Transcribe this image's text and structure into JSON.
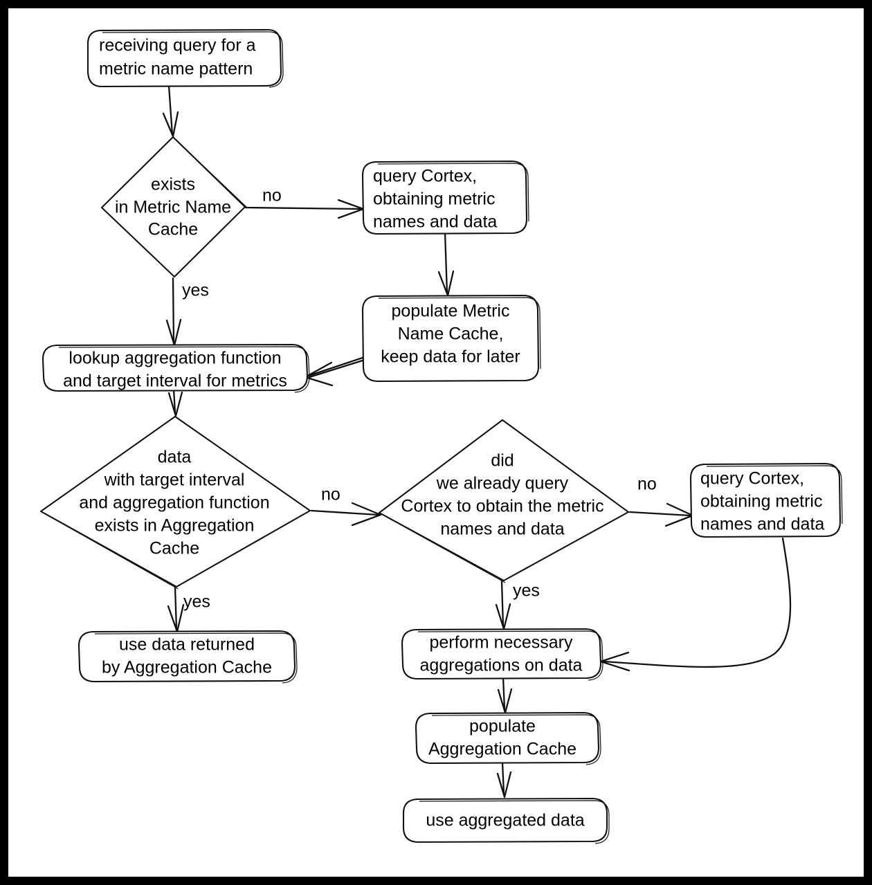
{
  "diagram": {
    "title": "metric query caching flowchart",
    "style": "hand-drawn flowchart, black on white with black border",
    "colors": {
      "stroke": "#111111",
      "fill": "#ffffff",
      "background": "#000000",
      "canvas": "#ffffff"
    },
    "nodes": [
      {
        "id": "start",
        "shape": "rounded-rect",
        "lines": [
          "receiving query for a",
          "metric name pattern"
        ],
        "align": "start"
      },
      {
        "id": "exists-metric-name-cache",
        "shape": "diamond",
        "lines": [
          "exists",
          "in Metric Name",
          "Cache"
        ],
        "align": "middle"
      },
      {
        "id": "query-cortex-1",
        "shape": "rounded-rect",
        "lines": [
          "query Cortex,",
          "obtaining metric",
          "names and data"
        ],
        "align": "start"
      },
      {
        "id": "populate-metric-name-cache",
        "shape": "rounded-rect",
        "lines": [
          "populate Metric",
          "Name Cache,",
          "keep data for later"
        ],
        "align": "middle"
      },
      {
        "id": "lookup-aggregation",
        "shape": "rounded-rect",
        "lines": [
          "lookup aggregation function",
          "and target interval for metrics"
        ],
        "align": "middle"
      },
      {
        "id": "exists-aggregation-cache",
        "shape": "diamond",
        "lines": [
          "data",
          "with target interval",
          "and aggregation function",
          "exists in Aggregation",
          "Cache"
        ],
        "align": "middle"
      },
      {
        "id": "did-we-already-query",
        "shape": "diamond",
        "lines": [
          "did",
          "we already query",
          "Cortex to obtain the metric",
          "names and data"
        ],
        "align": "middle"
      },
      {
        "id": "query-cortex-2",
        "shape": "rounded-rect",
        "lines": [
          "query Cortex,",
          "obtaining metric",
          "names and data"
        ],
        "align": "start"
      },
      {
        "id": "use-data-returned",
        "shape": "rounded-rect",
        "lines": [
          "use data returned",
          "by Aggregation Cache"
        ],
        "align": "middle"
      },
      {
        "id": "perform-aggregations",
        "shape": "rounded-rect",
        "lines": [
          "perform necessary",
          "aggregations on data"
        ],
        "align": "middle"
      },
      {
        "id": "populate-aggregation-cache",
        "shape": "rounded-rect",
        "lines": [
          "populate",
          "Aggregation Cache"
        ],
        "align": "middle"
      },
      {
        "id": "use-aggregated-data",
        "shape": "rounded-rect",
        "lines": [
          "use aggregated data"
        ],
        "align": "middle"
      }
    ],
    "edges": [
      {
        "id": "e1",
        "from": "start",
        "to": "exists-metric-name-cache",
        "label": ""
      },
      {
        "id": "e2",
        "from": "exists-metric-name-cache",
        "to": "query-cortex-1",
        "label": "no"
      },
      {
        "id": "e3",
        "from": "query-cortex-1",
        "to": "populate-metric-name-cache",
        "label": ""
      },
      {
        "id": "e4",
        "from": "exists-metric-name-cache",
        "to": "lookup-aggregation",
        "label": "yes"
      },
      {
        "id": "e5",
        "from": "populate-metric-name-cache",
        "to": "lookup-aggregation",
        "label": ""
      },
      {
        "id": "e6",
        "from": "lookup-aggregation",
        "to": "exists-aggregation-cache",
        "label": ""
      },
      {
        "id": "e7",
        "from": "exists-aggregation-cache",
        "to": "did-we-already-query",
        "label": "no"
      },
      {
        "id": "e8",
        "from": "exists-aggregation-cache",
        "to": "use-data-returned",
        "label": "yes"
      },
      {
        "id": "e9",
        "from": "did-we-already-query",
        "to": "query-cortex-2",
        "label": "no"
      },
      {
        "id": "e10",
        "from": "did-we-already-query",
        "to": "perform-aggregations",
        "label": "yes"
      },
      {
        "id": "e11",
        "from": "query-cortex-2",
        "to": "perform-aggregations",
        "label": ""
      },
      {
        "id": "e12",
        "from": "perform-aggregations",
        "to": "populate-aggregation-cache",
        "label": ""
      },
      {
        "id": "e13",
        "from": "populate-aggregation-cache",
        "to": "use-aggregated-data",
        "label": ""
      }
    ]
  }
}
